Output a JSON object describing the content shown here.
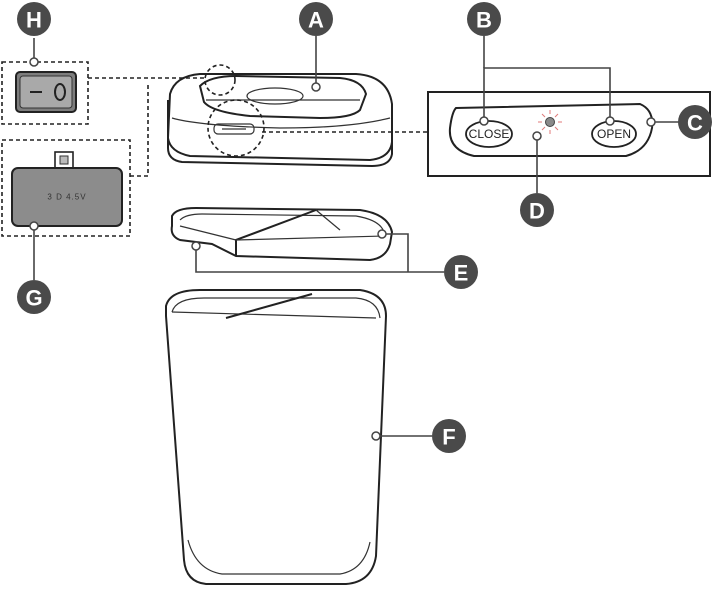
{
  "callouts": {
    "a": "A",
    "b": "B",
    "c": "C",
    "d": "D",
    "e": "E",
    "f": "F",
    "g": "G",
    "h": "H"
  },
  "panel": {
    "close_label": "CLOSE",
    "open_label": "OPEN"
  },
  "battery": {
    "label": "3 D 4.5V"
  },
  "colors": {
    "callout": "#4a4a4a",
    "battery_fill": "#8c8c8c",
    "switch_fill": "#7d7d7d",
    "led": "#8a8a8a",
    "led_rays": "#e07a7a"
  }
}
